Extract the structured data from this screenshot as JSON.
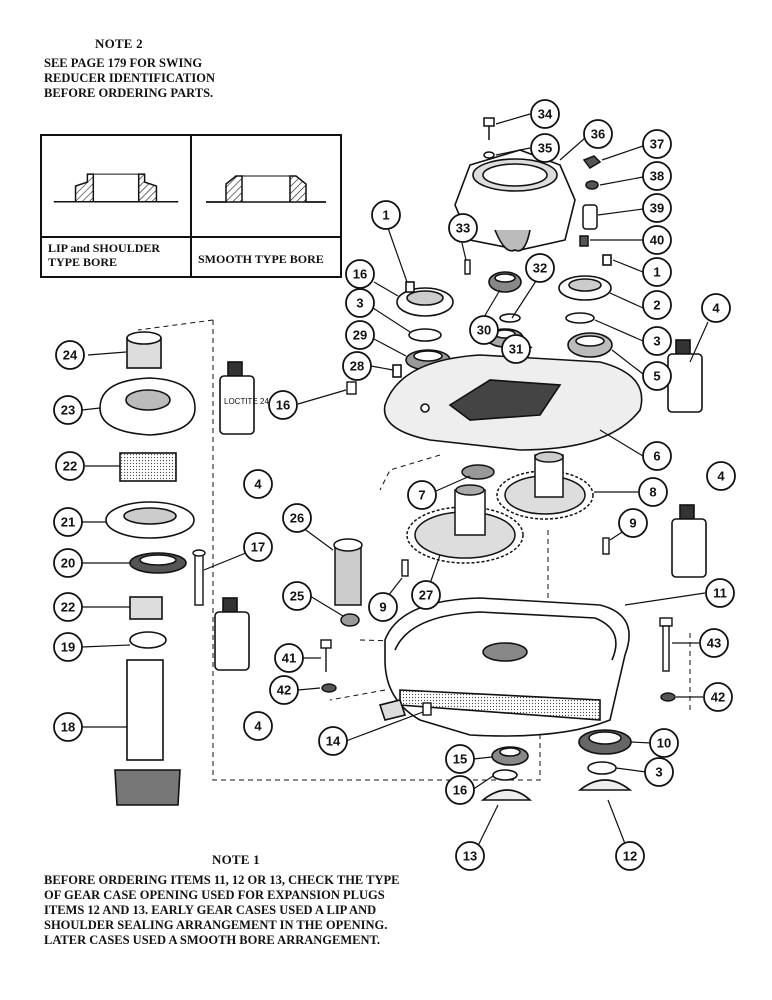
{
  "note2": {
    "title": "NOTE 2",
    "lines": [
      "SEE PAGE 179 FOR SWING",
      "REDUCER IDENTIFICATION",
      "BEFORE ORDERING PARTS."
    ]
  },
  "bore_types": {
    "left_label_line1": "LIP and SHOULDER",
    "left_label_line2": "TYPE BORE",
    "right_label": "SMOOTH TYPE BORE"
  },
  "note1": {
    "title": "NOTE 1",
    "lines": [
      "BEFORE ORDERING ITEMS 11, 12 OR 13, CHECK THE TYPE",
      "OF GEAR CASE OPENING USED FOR EXPANSION PLUGS",
      "ITEMS 12 AND 13. EARLY GEAR CASES USED A LIP AND",
      "SHOULDER SEALING ARRANGEMENT IN THE OPENING.",
      "LATER CASES USED A SMOOTH BORE ARRANGEMENT."
    ]
  },
  "callouts": [
    "34",
    "35",
    "36",
    "37",
    "38",
    "39",
    "40",
    "33",
    "1",
    "1",
    "16",
    "30",
    "32",
    "2",
    "3",
    "3",
    "29",
    "31",
    "28",
    "5",
    "4",
    "16",
    "6",
    "24",
    "23",
    "4",
    "22",
    "7",
    "8",
    "21",
    "26",
    "9",
    "17",
    "20",
    "4",
    "9",
    "25",
    "27",
    "11",
    "22",
    "19",
    "41",
    "43",
    "42",
    "42",
    "18",
    "4",
    "14",
    "10",
    "15",
    "3",
    "16",
    "13",
    "12"
  ],
  "loctite_label": "LOCTITE 242"
}
